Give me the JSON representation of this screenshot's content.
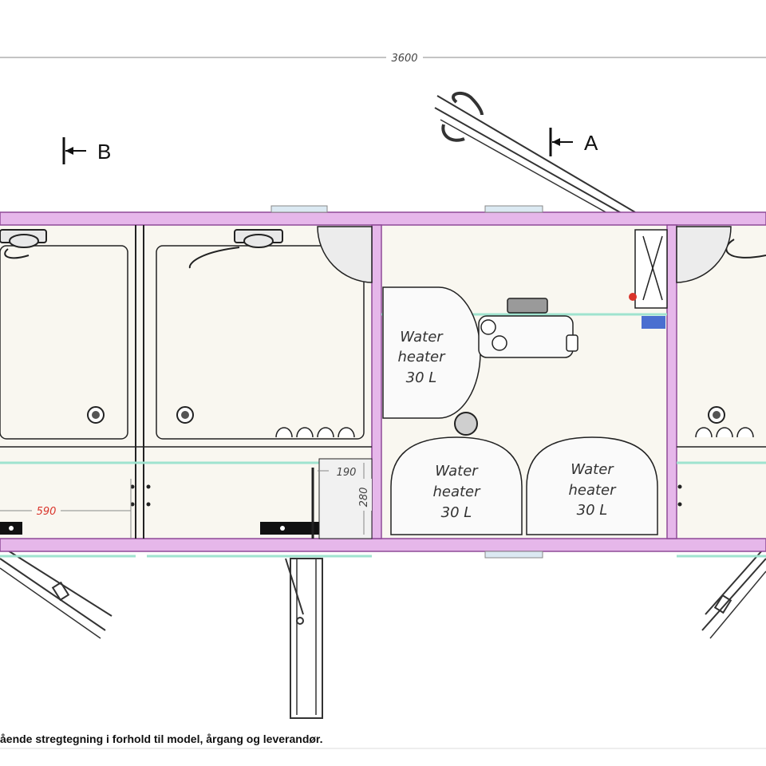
{
  "dimensions": {
    "overall_length": "3600",
    "cabinet_width": "590",
    "door_offset": "190",
    "door_depth": "280"
  },
  "section_markers": {
    "b": "B",
    "a": "A"
  },
  "water_heaters": [
    {
      "line1": "Water",
      "line2": "heater",
      "line3": "30 L"
    },
    {
      "line1": "Water",
      "line2": "heater",
      "line3": "30 L"
    },
    {
      "line1": "Water",
      "line2": "heater",
      "line3": "30 L"
    }
  ],
  "footer_note": "ående stregtegning i forhold til model, årgang og leverandør.",
  "colors": {
    "wall": "#e6b7ea",
    "wall_stroke": "#8f4a97",
    "rail": "#9fe3cf",
    "floor": "#f9f7f0",
    "line": "#222222",
    "dim_red": "#d9342b"
  }
}
